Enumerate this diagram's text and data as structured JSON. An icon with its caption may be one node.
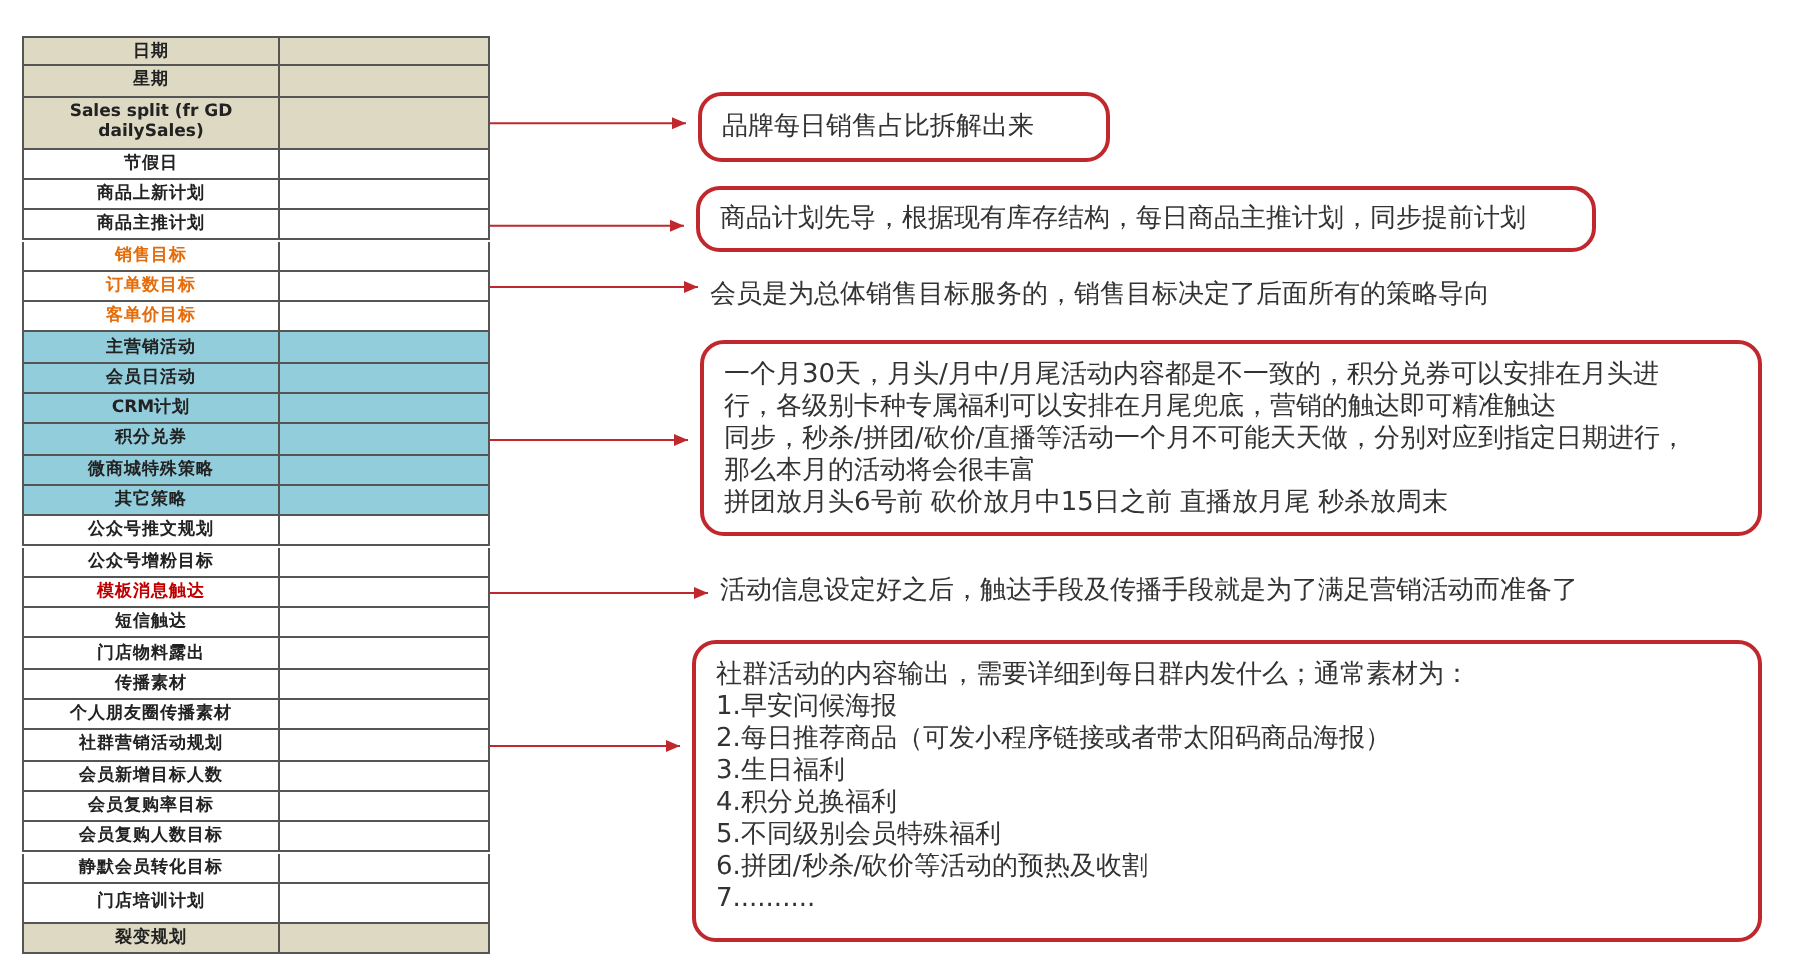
{
  "diagram": {
    "nodes": [
      {
        "text": [
          "日期"
        ]
      },
      {
        "text": [
          "星期"
        ]
      },
      {
        "text": [
          "Sales split (fr GD dailySales)"
        ]
      },
      {
        "text": [
          "节假日"
        ]
      },
      {
        "text": [
          "商品上新计划"
        ]
      },
      {
        "text": [
          "商品主推计划"
        ]
      },
      {
        "text": [
          "销售目标"
        ]
      },
      {
        "text": [
          "订单数目标"
        ]
      },
      {
        "text": [
          "客单价目标"
        ]
      },
      {
        "text": [
          "主营销活动"
        ]
      },
      {
        "text": [
          "会员日活动"
        ]
      },
      {
        "text": [
          "CRM计划"
        ]
      },
      {
        "text": [
          "积分兑券"
        ]
      },
      {
        "text": [
          "微商城特殊策略"
        ]
      },
      {
        "text": [
          "其它策略"
        ]
      },
      {
        "text": [
          "公众号推文规划"
        ]
      },
      {
        "text": [
          "公众号增粉目标"
        ]
      },
      {
        "text": [
          "模板消息触达"
        ]
      },
      {
        "text": [
          "短信触达"
        ]
      },
      {
        "text": [
          "门店物料露出"
        ]
      },
      {
        "text": [
          "传播素材"
        ]
      },
      {
        "text": [
          "个人朋友圈传播素材"
        ]
      },
      {
        "text": [
          "社群营销活动规划"
        ]
      },
      {
        "text": [
          "会员新增目标人数"
        ]
      },
      {
        "text": [
          "会员复购率目标"
        ]
      },
      {
        "text": [
          "会员复购人数目标"
        ]
      },
      {
        "text": [
          "静默会员转化目标"
        ]
      },
      {
        "text": [
          "门店培训计划"
        ]
      },
      {
        "text": [
          "裂变规划"
        ]
      },
      {
        "text": [
          "品牌每日销售占比拆解出来"
        ]
      },
      {
        "text": [
          "商品计划先导，根据现有库存结构，每日商品主推计划，同步提前计划"
        ]
      },
      {
        "text": [
          "会员是为总体销售目标服务的，销售目标决定了后面所有的策略导向"
        ]
      },
      {
        "text": [
          "一个月30天，月头/月中/月尾活动内容都是不一致的，积分兑券可以安排在月头进行，各级别卡种专属福利可以安排在月尾兜底，营销的触达即可精准触达",
          "同步，秒杀/拼团/砍价/直播等活动一个月不可能天天做，分别对应到指定日期进行，那么本月的活动将会很丰富",
          "拼团放月头6号前 砍价放月中15日之前 直播放月尾 秒杀放周末"
        ]
      },
      {
        "text": [
          "活动信息设定好之后，触达手段及传播手段就是为了满足营销活动而准备了"
        ]
      },
      {
        "text": [
          "社群活动的内容输出，需要详细到每日群内发什么；通常素材为：",
          "1.早安问候海报",
          "2.每日推荐商品（可发小程序链接或者带太阳码商品海报）",
          "3.生日福利",
          "4.积分兑换福利",
          "5.不同级别会员特殊福利",
          "6.拼团/秒杀/砍价等活动的预热及收割",
          "7.........."
        ]
      }
    ],
    "edges": [
      {
        "from": 2,
        "to": 29,
        "arrow": "to"
      },
      {
        "from": 5,
        "to": 30,
        "arrow": "to"
      },
      {
        "from": 7,
        "to": 31,
        "arrow": "to"
      },
      {
        "from": 12,
        "to": 32,
        "arrow": "to"
      },
      {
        "from": 17,
        "to": 33,
        "arrow": "to"
      },
      {
        "from": 22,
        "to": 34,
        "arrow": "to"
      }
    ]
  }
}
